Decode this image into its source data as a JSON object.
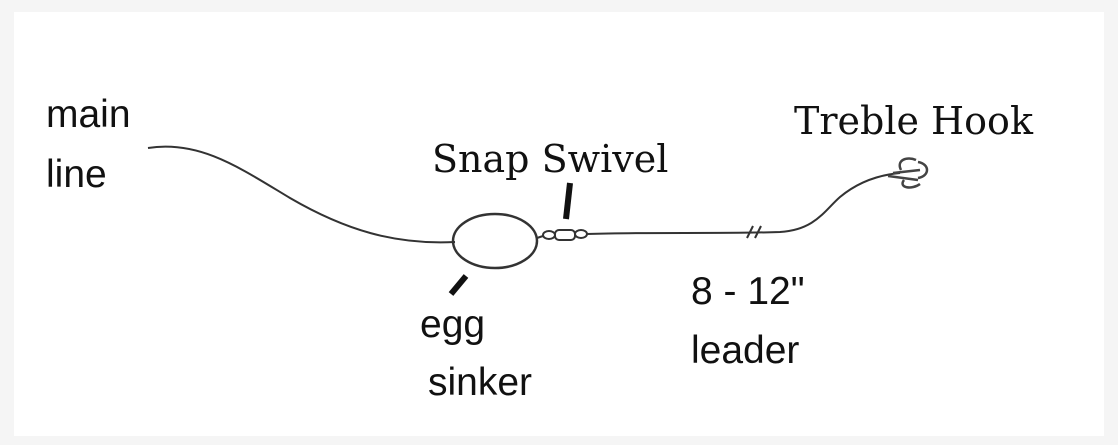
{
  "labels": {
    "main_line": [
      "main",
      "line"
    ],
    "snap_swivel": "Snap Swivel",
    "treble_hook": "Treble Hook",
    "egg_sinker": [
      "egg",
      "sinker"
    ],
    "leader": [
      "8 - 12\"",
      "leader"
    ]
  },
  "colors": {
    "line": "#333333",
    "ink": "#111111",
    "background": "#ffffff"
  }
}
